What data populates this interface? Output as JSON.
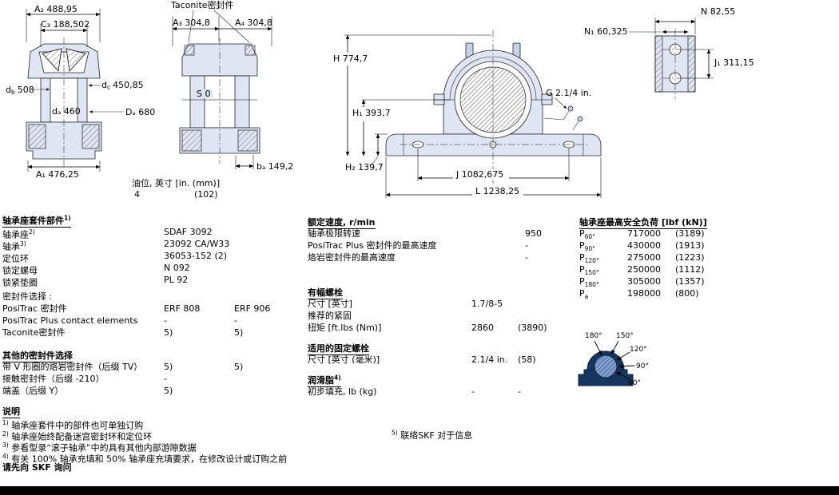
{
  "drawings": {
    "taconite_label": "Taconite密封件",
    "section_view": {
      "a2": "A₂ 488,95",
      "c3": "C₃ 188,502",
      "db_base": "d",
      "db_sub": "b",
      "db_val": "508",
      "dc_base": "d",
      "dc_sub": "c",
      "dc_val": "450,85",
      "da": "dₐ 460",
      "Da": "Dₐ 680",
      "a1": "A₁ 476,25"
    },
    "side_view": {
      "a3": "A₃ 304,8",
      "a4": "A₄ 304,8",
      "s": "S 0",
      "ba": "bₐ 149,2",
      "oil_label": "油位, 英寸 [in. (mm)]",
      "oil_in": "4",
      "oil_mm": "(102)"
    },
    "front_view": {
      "h": "H 774,7",
      "h1": "H₁ 393,7",
      "h2": "H₂ 139,7",
      "g": "G 2.1/4 in.",
      "j": "J 1082,675",
      "l": "L 1238,25"
    },
    "end_view": {
      "n": "N 82,55",
      "n1": "N₁ 60,325",
      "j1": "J₁ 311,15"
    }
  },
  "parts_table": {
    "title": "轴承座套件部件",
    "title_sup": "1)",
    "rows": [
      {
        "label": "轴承座",
        "sup": "2)",
        "v1": "SDAF 3092"
      },
      {
        "label": "轴承",
        "sup": "3)",
        "v1": "23092 CA/W33"
      },
      {
        "label": "定位环",
        "sup": "",
        "v1": "36053-152 (2)"
      },
      {
        "label": "锁定螺母",
        "sup": "",
        "v1": "N 092"
      },
      {
        "label": "锁紧垫圈",
        "sup": "",
        "v1": "PL 92"
      }
    ],
    "seal_title": "密封件选择 :",
    "seal_rows": [
      {
        "label": "PosiTrac 密封件",
        "v1": "ERF 808",
        "v2": "ERF 906"
      },
      {
        "label": "PosiTrac Plus contact elements",
        "v1": "-",
        "v2": "-"
      },
      {
        "label": "Taconite密封件",
        "v1": "5)",
        "v2": "5)"
      }
    ],
    "other_title": "其他的密封件选择",
    "other_rows": [
      {
        "label": "带 V 形圈的烙岩密封件（后缀 TV）",
        "v1": "5)",
        "v2": "5)"
      },
      {
        "label": "接触密封件（后缀 -210）",
        "v1": "-",
        "v2": ""
      },
      {
        "label": "端盖（后缀 Y）",
        "v1": "5)",
        "v2": ""
      }
    ],
    "notes_title": "说明",
    "notes": [
      {
        "sup": "1)",
        "text": "轴承座套件中的部件也可单独订购"
      },
      {
        "sup": "2)",
        "text": "轴承座始终配备迷宫密封环和定位环"
      },
      {
        "sup": "3)",
        "text": "参看型录“滚子轴承”中的具有其他内部游隙数据"
      },
      {
        "sup": "4)",
        "text": "有关 100% 轴承充填和 50% 轴承座充填要求，在修改设计或订购之前"
      }
    ],
    "notes_footer": "请先向 SKF 询问"
  },
  "speed_table": {
    "title": "额定速度, r/min",
    "rows": [
      {
        "label": "轴承极限转速",
        "v1": "950"
      },
      {
        "label": "PosiTrac Plus 密封件的最高速度",
        "v1": "-"
      },
      {
        "label": "烙岩密封件的最高速度",
        "v1": "-"
      }
    ]
  },
  "bolt_table": {
    "title": "有幅螺栓",
    "size_label": "尺寸 [英寸]",
    "size_value": "1.7/8-5",
    "torque_label1": "推荐的紧固",
    "torque_label2": "扭矩 [ft.lbs (Nm)]",
    "torque_v1": "2860",
    "torque_v2": "(3890)"
  },
  "fix_bolt_table": {
    "title": "适用的固定螺栓",
    "size_label": "尺寸 [英寸 (毫米)]",
    "v1": "2.1/4 in.",
    "v2": "(58)"
  },
  "grease_table": {
    "title": "润滑脂",
    "title_sup": "4)",
    "row_label": "初步填充, lb (kg)",
    "v1": "-",
    "v2": "-"
  },
  "footnote5": {
    "sup": "5)",
    "text": "联络SKF 对于信息"
  },
  "load_table": {
    "title": "轴承座最高安全负荷 [lbf (kN)]",
    "rows": [
      {
        "base": "P",
        "sub": "60°",
        "v1": "717000",
        "v2": "(3189)"
      },
      {
        "base": "P",
        "sub": "90°",
        "v1": "430000",
        "v2": "(1913)"
      },
      {
        "base": "P",
        "sub": "120°",
        "v1": "275000",
        "v2": "(1223)"
      },
      {
        "base": "P",
        "sub": "150°",
        "v1": "250000",
        "v2": "(1112)"
      },
      {
        "base": "P",
        "sub": "180°",
        "v1": "305000",
        "v2": "(1357)"
      },
      {
        "base": "P",
        "sub": "a",
        "v1": "198000",
        "v2": "(800)"
      }
    ],
    "angles": [
      "180°",
      "150°",
      "120°",
      "90°",
      "60°"
    ]
  }
}
